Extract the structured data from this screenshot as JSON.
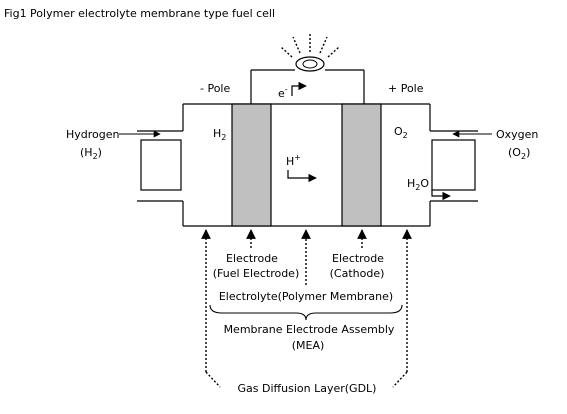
{
  "figure": {
    "title": "Fig1 Polymer electrolyte membrane type fuel cell"
  },
  "poles": {
    "minus": "- Pole",
    "plus": "+ Pole"
  },
  "circuit": {
    "electron": "e",
    "electron_sup": "-",
    "lamp_icon": "light-bulb-icon"
  },
  "inlets": {
    "hydrogen": {
      "name": "Hydrogen",
      "formula_open": "(",
      "formula_sym": "H",
      "formula_sub": "2",
      "formula_close": ")"
    },
    "oxygen": {
      "name": "Oxygen",
      "formula_open": "(",
      "formula_sym": "O",
      "formula_sub": "2",
      "formula_close": ")"
    }
  },
  "cell": {
    "anode_gas_sym": "H",
    "anode_gas_sub": "2",
    "cathode_gas_sym": "O",
    "cathode_gas_sub": "2",
    "proton_sym": "H",
    "proton_sup": "+",
    "water_sym": "H",
    "water_sub": "2",
    "water_tail": "O"
  },
  "labels": {
    "electrode_left_line1": "Electrode",
    "electrode_left_line2": "(Fuel Electrode)",
    "electrode_right_line1": "Electrode",
    "electrode_right_line2": "(Cathode)",
    "electrolyte": "Electrolyte(Polymer Membrane)",
    "mea_line1": "Membrane Electrode Assembly",
    "mea_line2": "(MEA)",
    "gdl": "Gas Diffusion Layer(GDL)"
  },
  "colors": {
    "line": "#000000",
    "electrode_fill": "#c0c0c0",
    "background": "#ffffff"
  }
}
